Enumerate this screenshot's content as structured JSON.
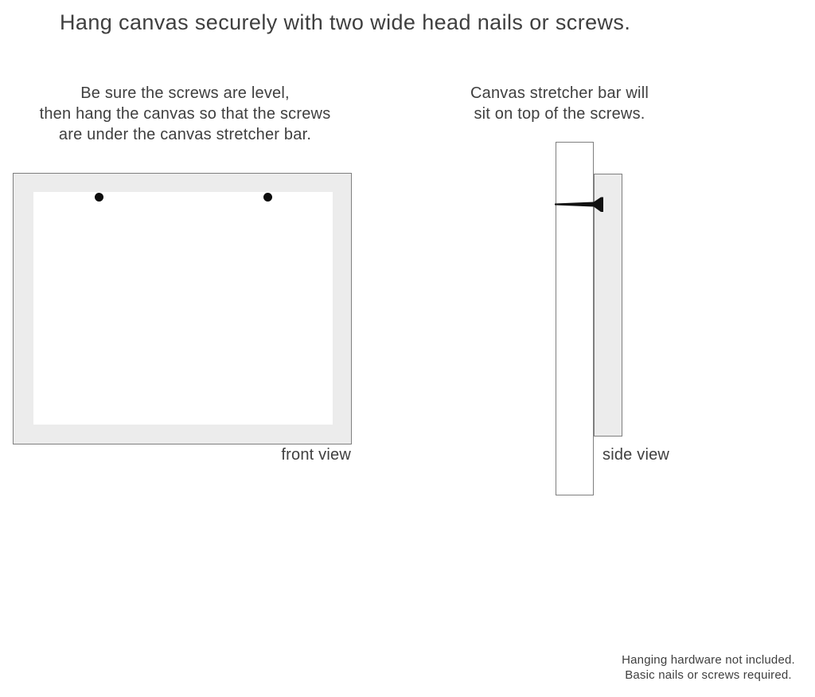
{
  "title": "Hang canvas securely with two wide head nails or screws.",
  "instructions": {
    "left": {
      "lines": [
        "Be sure the screws are level,",
        "then hang the canvas so that the screws",
        "are under the canvas stretcher bar."
      ]
    },
    "right": {
      "lines": [
        "Canvas stretcher bar will",
        "sit on top of the screws."
      ]
    }
  },
  "diagrams": {
    "front_view": {
      "label": "front view",
      "screw_count": 2
    },
    "side_view": {
      "label": "side view"
    }
  },
  "footer": {
    "lines": [
      "Hanging hardware not included.",
      "Basic nails or screws required."
    ]
  },
  "colors": {
    "text": "#3f3f3f",
    "canvas_fill": "#ececec",
    "border": "#7f7f7f",
    "screw": "#0d0d0d",
    "background": "#ffffff"
  }
}
